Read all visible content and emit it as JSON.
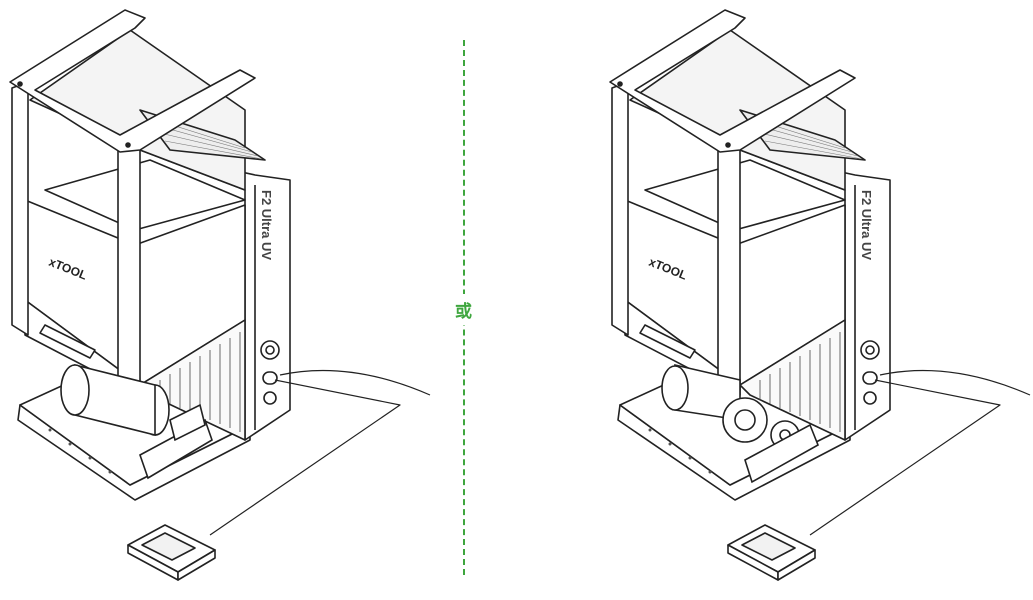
{
  "separator": {
    "label": "或",
    "color": "#3ea63e"
  },
  "machine": {
    "logo": "xTOOL",
    "model": "F2 Ultra UV"
  },
  "options": [
    {
      "name": "left",
      "accessory": "roller"
    },
    {
      "name": "right",
      "accessory": "rotary-chuck"
    }
  ]
}
